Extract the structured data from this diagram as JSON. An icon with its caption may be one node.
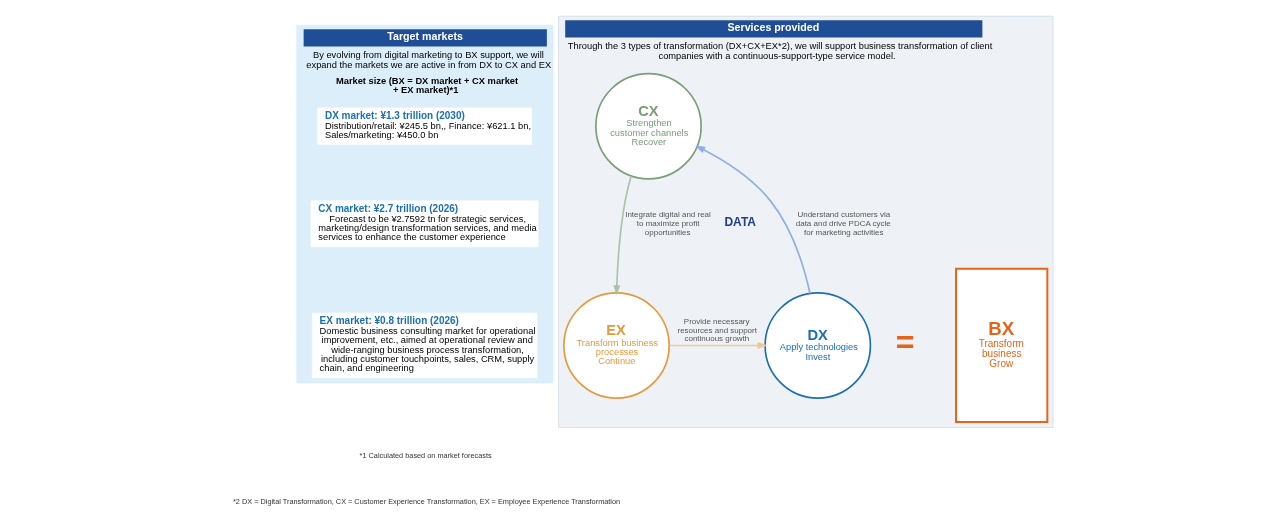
{
  "diagram": {
    "nodes": [
      {
        "text": [
          "Target markets",
          "By evolving from digital marketing to BX support, we will expand the markets we are active in from DX to CX and EX",
          "Market size (BX = DX market + CX market + EX market)*1"
        ]
      },
      {
        "text": [
          "DX market: ¥1.3 trillion (2030)",
          "Distribution/retail: ¥245.5 bn,, Finance: ¥621.1 bn, Sales/marketing: ¥450.0 bn"
        ],
        "in": 0
      },
      {
        "text": [
          "CX market: ¥2.7 trillion (2026)",
          "Forecast to be ¥2.7592 tn for strategic services, marketing/design transformation services, and media services to enhance the customer experience"
        ],
        "in": 0
      },
      {
        "text": [
          "EX market: ¥0.8 trillion (2026)",
          "Domestic business consulting market for operational improvement, etc., aimed at operational review and wide-ranging business process transformation, including customer touchpoints, sales, CRM, supply chain, and engineering"
        ],
        "in": 0
      },
      {
        "text": [
          "Services provided",
          "Through the 3 types of transformation (DX+CX+EX*2), we will support business transformation of client companies with a continuous-support-type service model."
        ]
      },
      {
        "text": [
          "CX",
          "Strengthen customer channels",
          "Recover"
        ],
        "in": 4
      },
      {
        "text": [
          "DX",
          "Apply technologies",
          "Invest"
        ],
        "in": 4
      },
      {
        "text": [
          "EX",
          "Transform business processes",
          "Continue"
        ],
        "in": 4
      },
      {
        "text": [
          "BX",
          "Transform business",
          "Grow"
        ],
        "in": 4
      }
    ],
    "edges": [
      {
        "from": 6,
        "to": 5,
        "arrow": "to",
        "label": "Understand customers via data and drive PDCA cycle for marketing activities",
        "color": "#8fb0df"
      },
      {
        "from": 5,
        "to": 7,
        "arrow": "to",
        "label": "Integrate digital and real to maximize profit opportunities",
        "color": "#a9c3a6"
      },
      {
        "from": 7,
        "to": 6,
        "arrow": "to",
        "label": "Provide necessary resources and support continuous growth",
        "color": "#f0c898"
      }
    ],
    "labels": [
      "DATA",
      "=",
      "*1 Calculated based on market forecasts",
      "*2 DX = Digital Transformation, CX = Customer Experience Transformation, EX = Employee Experience Transformation"
    ]
  }
}
